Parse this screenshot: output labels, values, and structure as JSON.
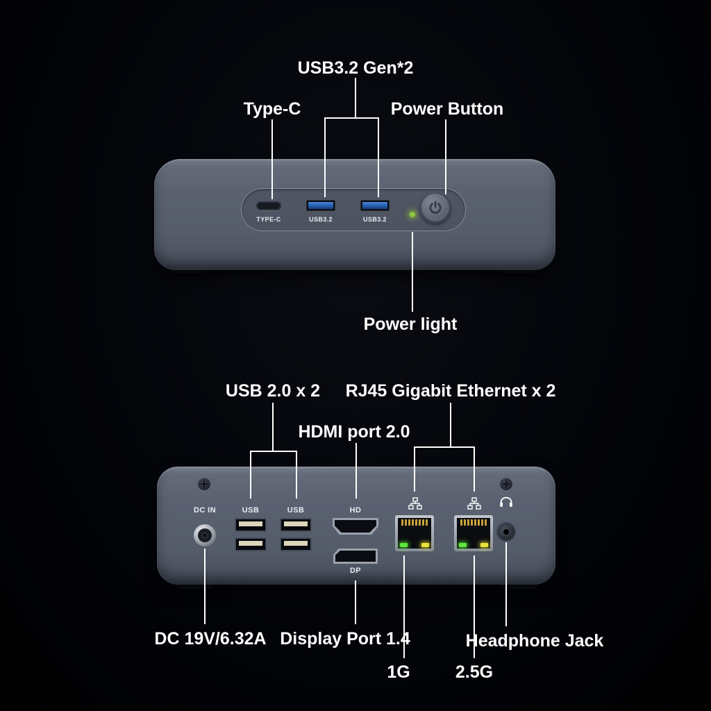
{
  "front": {
    "callout_usb32": "USB3.2 Gen*2",
    "callout_typec": "Type-C",
    "callout_power_button": "Power Button",
    "callout_power_light": "Power light",
    "port_label_typec": "TYPE-C",
    "port_label_usb_a": "USB3.2",
    "port_label_usb_b": "USB3.2"
  },
  "rear": {
    "callout_usb20": "USB 2.0  x 2",
    "callout_rj45": "RJ45 Gigabit Ethernet  x  2",
    "callout_hdmi": "HDMI port 2.0",
    "callout_dc": "DC 19V/6.32A",
    "callout_dp": "Display Port 1.4",
    "callout_headphone": "Headphone Jack",
    "callout_lan_1g": "1G",
    "callout_lan_25g": "2.5G",
    "port_label_dcin": "DC IN",
    "port_label_usb_left": "USB",
    "port_label_usb_right": "USB",
    "port_label_hdmi": "HD",
    "port_label_dp": "DP"
  },
  "colors": {
    "background": "#000000",
    "chassis_gray_blue": "#5a6170",
    "usb3_blue": "#2a66b8",
    "power_led_green": "#8dc63f",
    "lan_led_green": "#5ee83c",
    "lan_led_yellow": "#e8e23a",
    "label_text": "#ffffff"
  }
}
